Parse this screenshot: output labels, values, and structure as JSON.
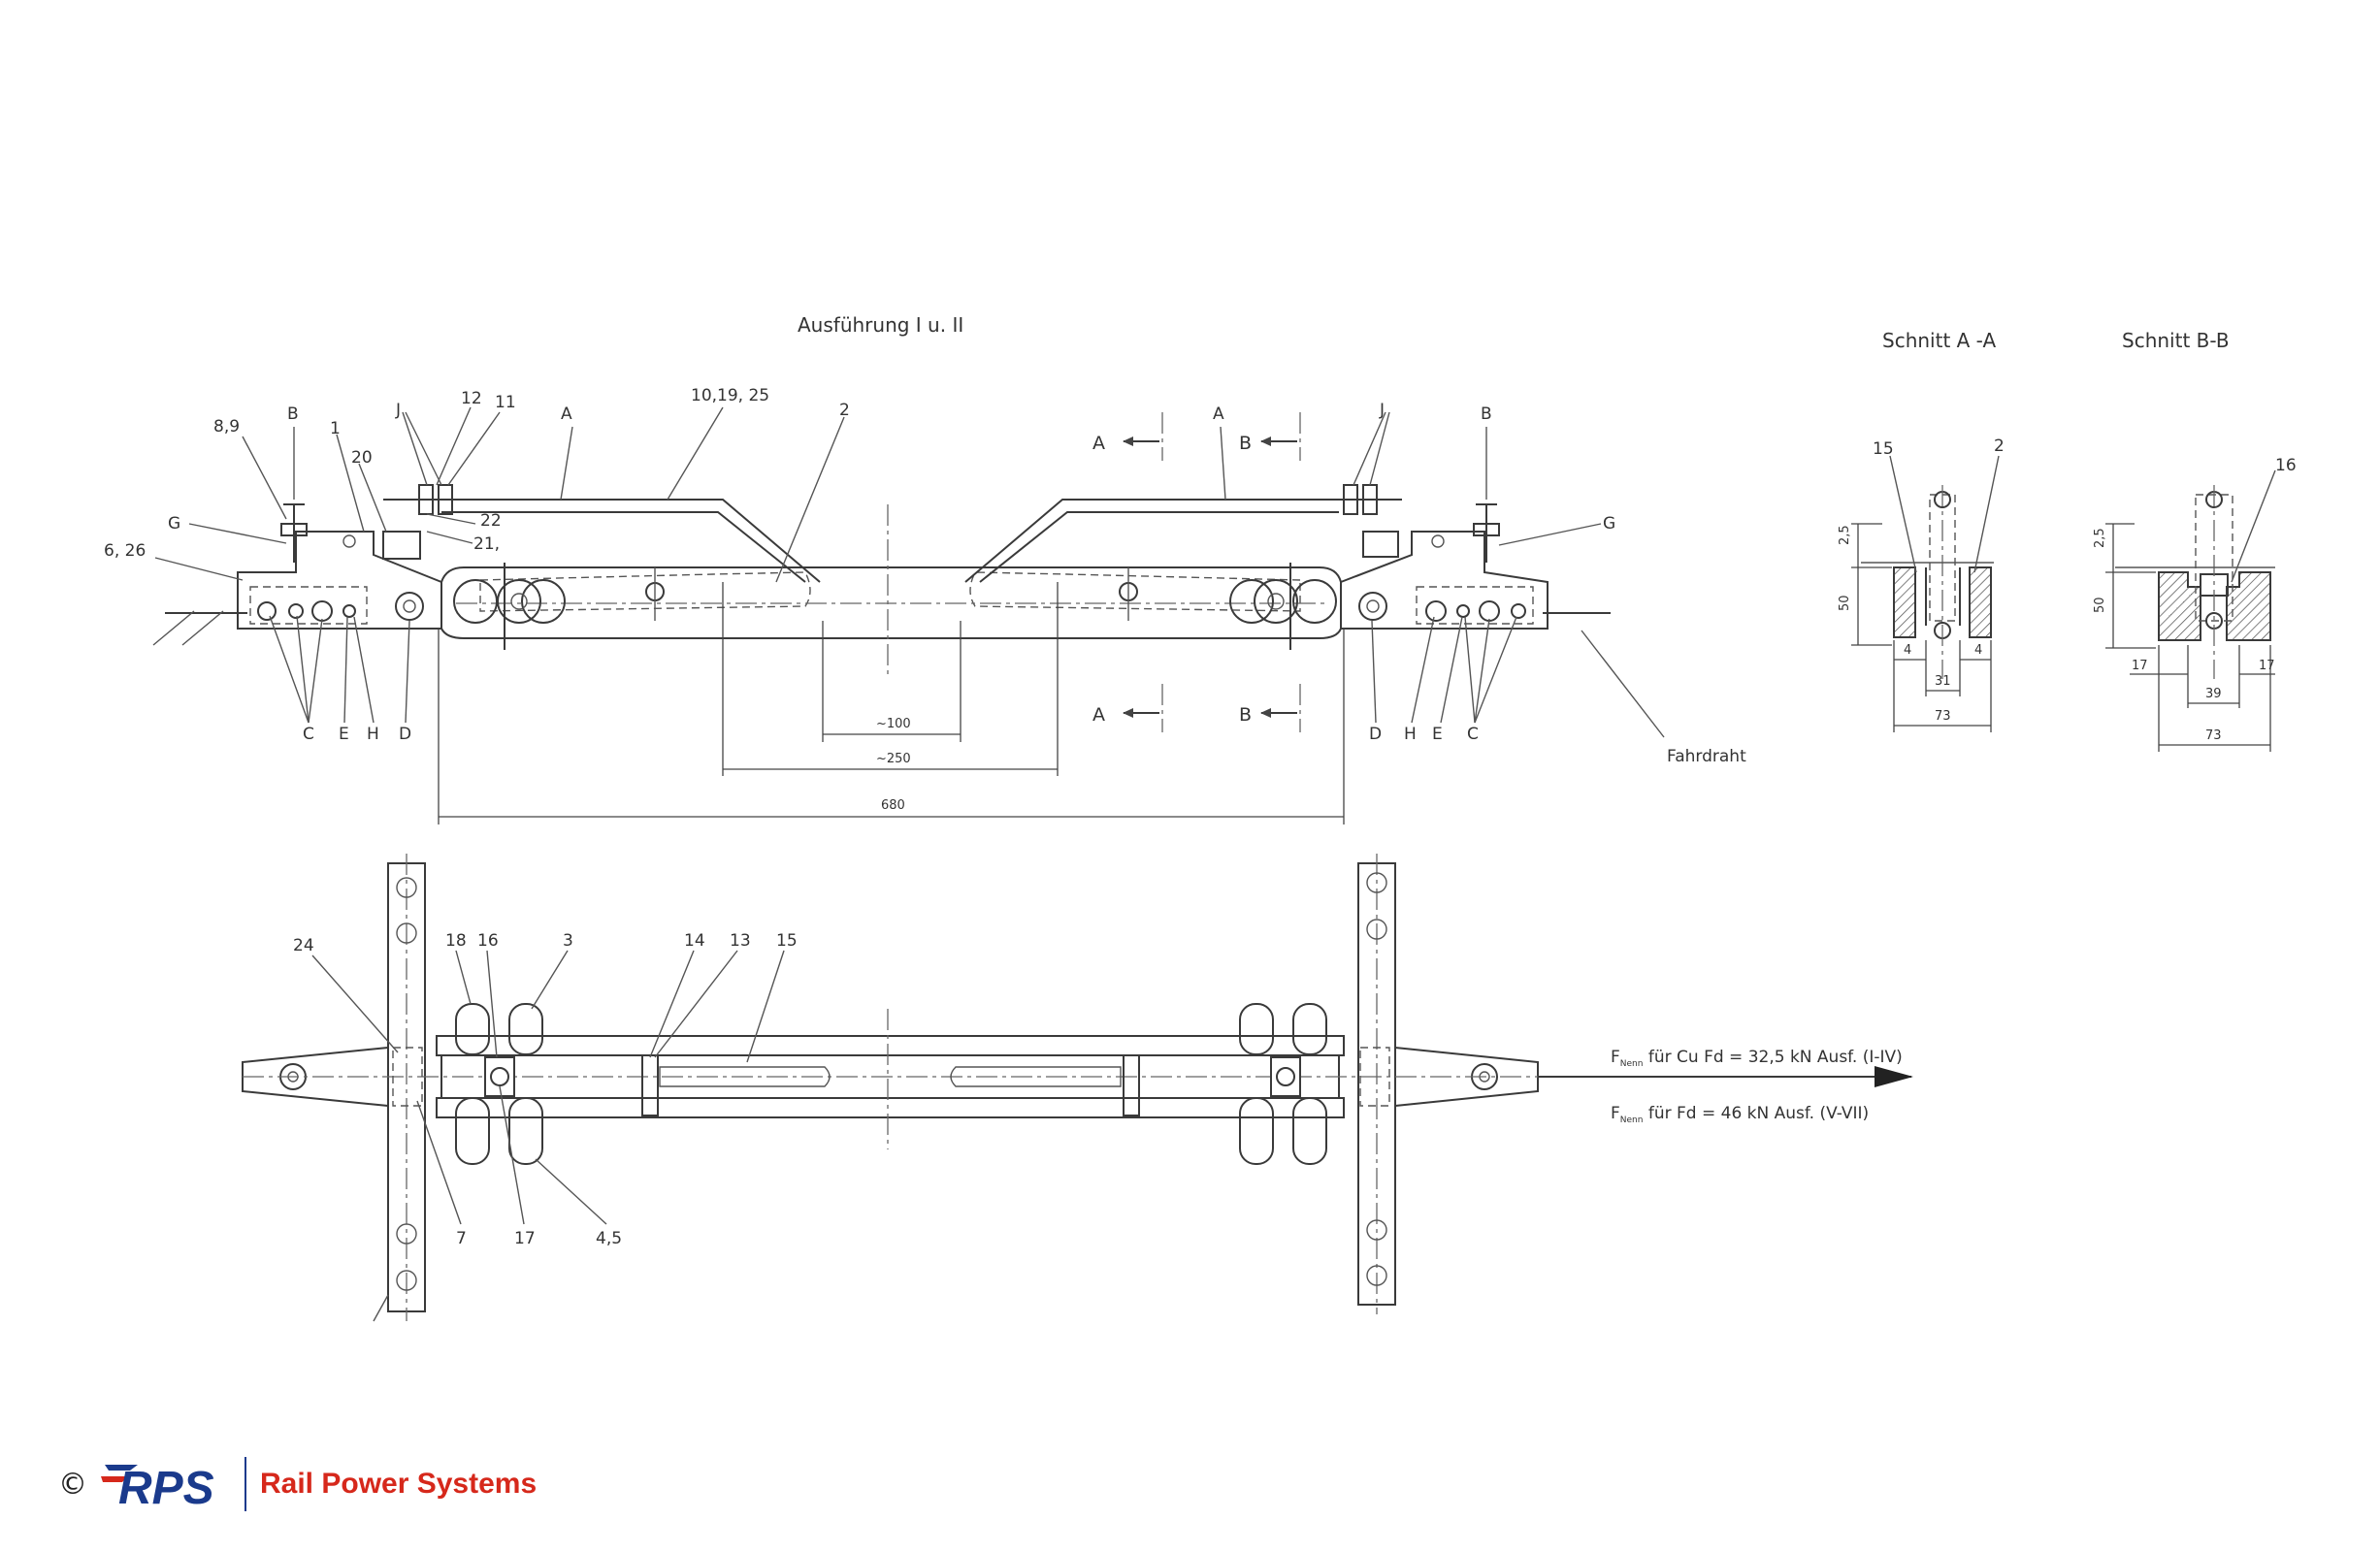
{
  "titles": {
    "main": "Ausführung I u. II",
    "section_a": "Schnitt A -A",
    "section_b": "Schnitt B-B"
  },
  "labels": {
    "l_89": "8,9",
    "l_b_left": "B",
    "l_1": "1",
    "l_j_left": "J",
    "l_12": "12",
    "l_11": "11",
    "l_a_left": "A",
    "l_10_19_25": "10,19, 25",
    "l_2": "2",
    "l_20": "20",
    "l_g_left": "G",
    "l_22": "22",
    "l_21": "21,",
    "l_6_26": "6, 26",
    "l_a_right": "A",
    "l_j_right": "J",
    "l_b_right": "B",
    "l_g_right": "G",
    "l_c_left": "C",
    "l_e_left": "E",
    "l_h_left": "H",
    "l_d_left": "D",
    "l_d_right": "D",
    "l_h_right": "H",
    "l_e_right": "E",
    "l_c_right": "C",
    "l_fahrdraht": "Fahrdraht",
    "arrow_a_top": "A",
    "arrow_b_top": "B",
    "arrow_a_bottom": "A",
    "arrow_b_bottom": "B",
    "l_24": "24",
    "l_18": "18",
    "l_16_plan": "16",
    "l_3": "3",
    "l_14": "14",
    "l_13": "13",
    "l_15_plan": "15",
    "l_7": "7",
    "l_17": "17",
    "l_45": "4,5",
    "sec_a_15": "15",
    "sec_a_2": "2",
    "sec_b_16": "16"
  },
  "dimensions": {
    "d_100": "~100",
    "d_250": "~250",
    "d_680": "680",
    "sa_25": "2,5",
    "sa_50": "50",
    "sa_4l": "4",
    "sa_4r": "4",
    "sa_31": "31",
    "sa_73": "73",
    "sb_25": "2,5",
    "sb_50": "50",
    "sb_17l": "17",
    "sb_17r": "17",
    "sb_39": "39",
    "sb_73": "73"
  },
  "force": {
    "line1_f": "F",
    "line1_sub": "Nenn",
    "line1_rest": " für Cu Fd = 32,5 kN Ausf. (I-IV)",
    "line2_f": "F",
    "line2_sub": "Nenn",
    "line2_rest": " für Fd = 46 kN Ausf. (V-VII)"
  },
  "logo": {
    "copyright": "©",
    "mark": "RPS",
    "name": "Rail Power Systems",
    "colors": {
      "blue": "#1a3a8c",
      "red": "#d6281b"
    }
  }
}
